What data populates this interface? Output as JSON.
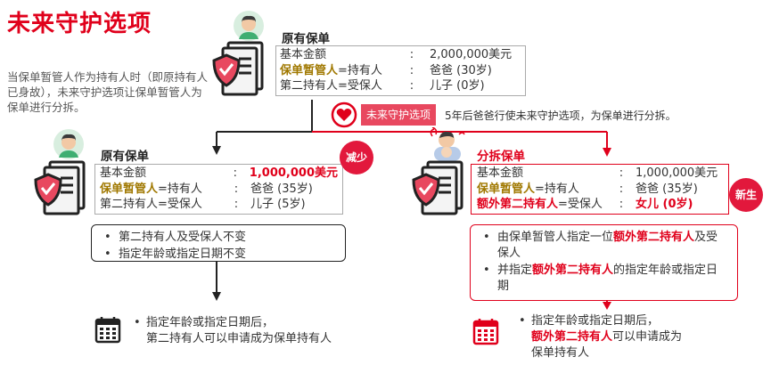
{
  "title": "未来守护选项",
  "intro": "当保单暂管人作为持有人时（即原持有人已身故），未来守护选项让保单暂管人为保单进行分拆。",
  "top": {
    "label": "原有保单",
    "rows": [
      {
        "k1": "基本金额",
        "k2": "",
        "v": "2,000,000美元"
      },
      {
        "k1": "保单暂管人",
        "k2": "=持有人",
        "v": "爸爸 (30岁)"
      },
      {
        "k1": "第二持有人",
        "k2": "=受保人",
        "v": "儿子 (0岁)"
      }
    ]
  },
  "option_button": "未来守护选项",
  "option_note": "5年后爸爸行使未来守护选项，为保单进行分拆。",
  "left": {
    "label": "原有保单",
    "badge": "减少",
    "rows": [
      {
        "k1": "基本金额",
        "k2": "",
        "v": "1,000,000美元"
      },
      {
        "k1": "保单暂管人",
        "k2": "=持有人",
        "v": "爸爸 (35岁)"
      },
      {
        "k1": "第二持有人",
        "k2": "=受保人",
        "v": "儿子 (5岁)"
      }
    ],
    "bullets": [
      "第二持有人及受保人不变",
      "指定年龄或指定日期不变"
    ],
    "bottom_line1": "指定年龄或指定日期后，",
    "bottom_line2": "第二持有人可以申请成为保单持有人"
  },
  "right": {
    "label": "分拆保单",
    "badge": "新生",
    "rows": [
      {
        "k1": "基本金额",
        "k2": "",
        "v": "1,000,000美元"
      },
      {
        "k1": "保单暂管人",
        "k2": "=持有人",
        "v": "爸爸 (35岁)"
      },
      {
        "k1": "额外第二持有人",
        "k2": "=受保人",
        "v": "女儿 (0岁)"
      }
    ],
    "bullet1_a": "由保单暂管人指定一位",
    "bullet1_b": "额外第二持有人",
    "bullet1_c": "及受保人",
    "bullet2_a": "并指定",
    "bullet2_b": "额外第二持有人",
    "bullet2_c": "的指定年龄或指定日期",
    "bottom_line1": "指定年龄或指定日期后，",
    "bottom_line2_a": "额外第二持有人",
    "bottom_line2_b": "可以申请成为",
    "bottom_line3": "保单持有人"
  },
  "colon": ":",
  "colors": {
    "red": "#e0001b",
    "gold": "#a07800",
    "pink": "#e8485f"
  },
  "icons": [
    "person-avatar-icon",
    "document-shield-icon",
    "heart-icon",
    "baby-family-icon",
    "calendar-icon"
  ]
}
